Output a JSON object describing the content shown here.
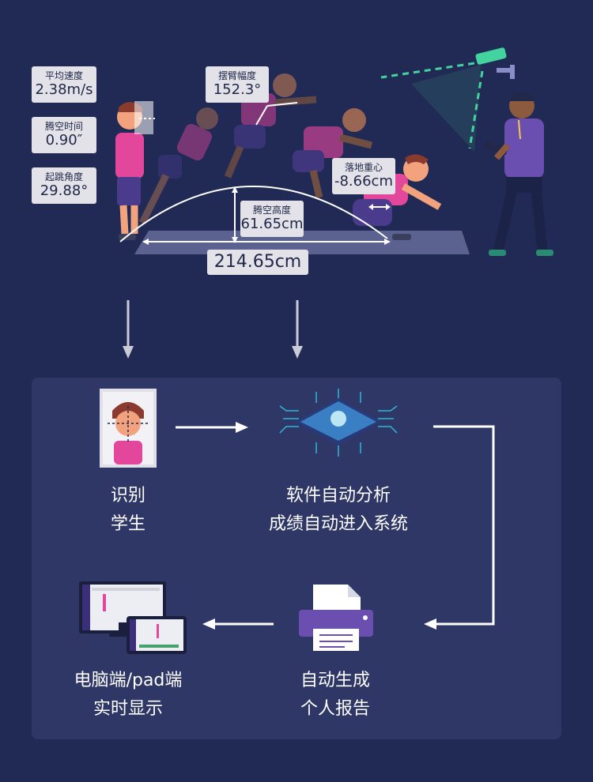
{
  "metrics": {
    "speed": {
      "label": "平均速度",
      "value": "2.38m/s"
    },
    "airtime": {
      "label": "腾空时间",
      "value": "0.90″"
    },
    "takeoff_angle": {
      "label": "起跳角度",
      "value": "29.88°"
    },
    "arm_swing": {
      "label": "摆臂幅度",
      "value": "152.3°"
    },
    "landing_cog": {
      "label": "落地重心",
      "value": "-8.66cm"
    },
    "air_height": {
      "label": "腾空高度",
      "value": "61.65cm"
    }
  },
  "distance": "214.65cm",
  "steps": {
    "identify": {
      "line1": "识别",
      "line2": "学生"
    },
    "analyze": {
      "line1": "软件自动分析",
      "line2": "成绩自动进入系统"
    },
    "report": {
      "line1": "自动生成",
      "line2": "个人报告"
    },
    "display": {
      "line1": "电脑端/pad端",
      "line2": "实时显示"
    }
  },
  "colors": {
    "background": "#202a54",
    "panel": "#2e3765",
    "label_box": "#e2e2e8",
    "accent_pink": "#e2479b",
    "accent_purple": "#6b4fb0",
    "camera_green": "#43d39e"
  }
}
